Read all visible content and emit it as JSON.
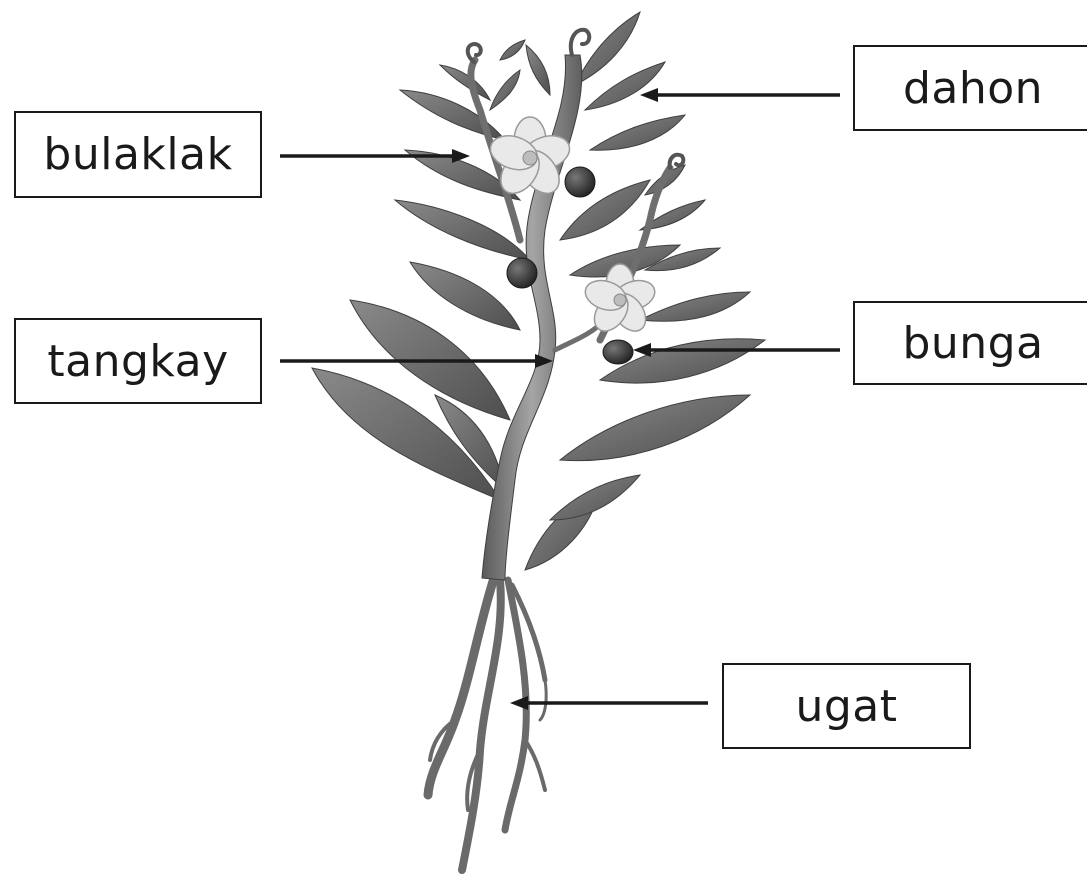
{
  "labels": {
    "bulaklak": "bulaklak",
    "tangkay": "tangkay",
    "dahon": "dahon",
    "bunga": "bunga",
    "ugat": "ugat"
  },
  "colors": {
    "leaf": "#6e6e6e",
    "leaf_dark": "#555555",
    "stem": "#7a7a7a",
    "flower": "#e8e8e8",
    "fruit": "#333333",
    "line": "#1a1a1a"
  }
}
